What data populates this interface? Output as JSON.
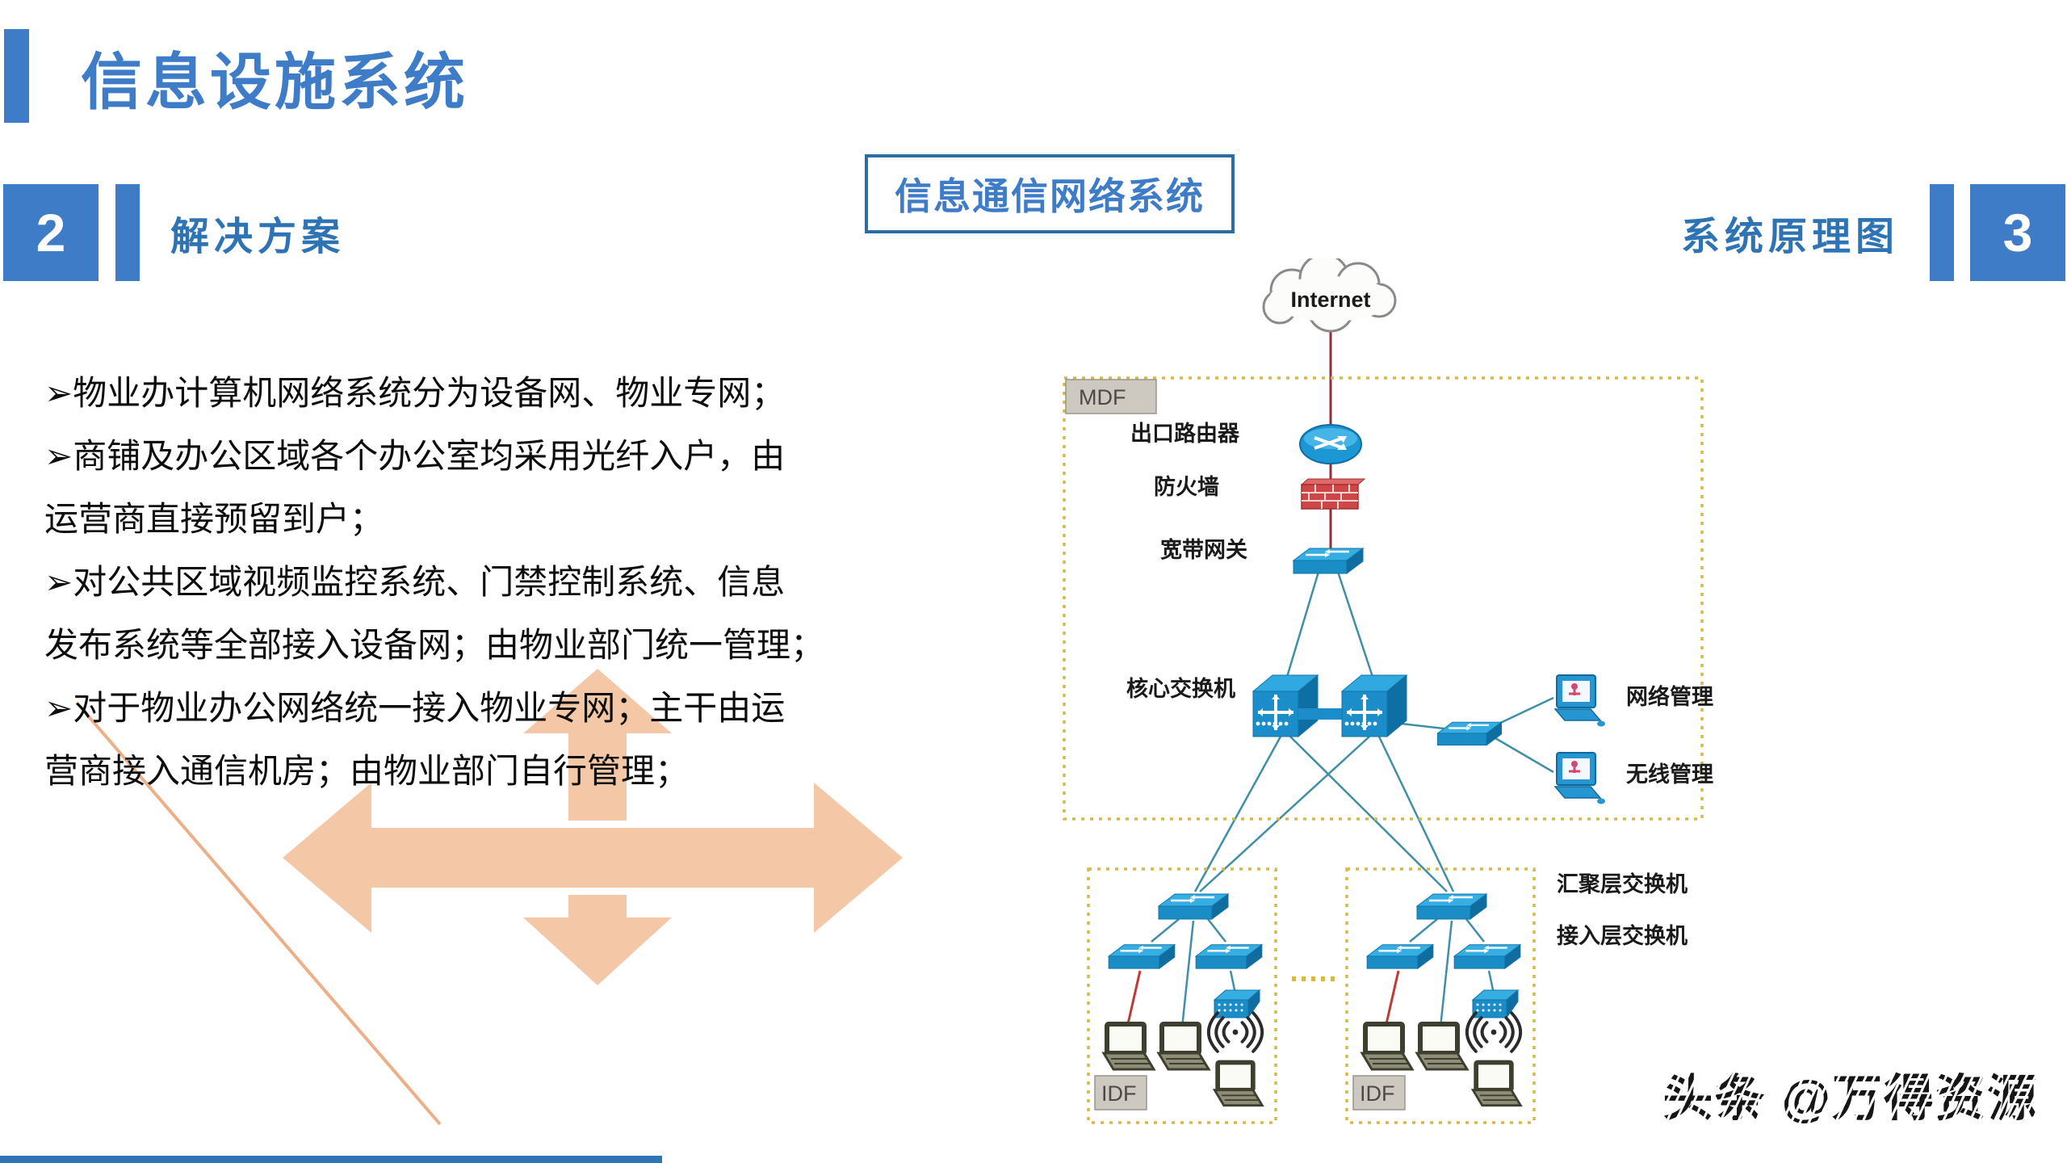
{
  "page": {
    "title": "信息设施系统"
  },
  "tabs": {
    "left": {
      "number": "2",
      "label": "解决方案"
    },
    "right": {
      "number": "3",
      "label": "系统原理图"
    }
  },
  "diagram_header": {
    "label": "信息通信网络系统"
  },
  "bullets": {
    "lines": [
      "➢物业办计算机网络系统分为设备网、物业专网；",
      "➢商铺及办公区域各个办公室均采用光纤入户，由",
      "运营商直接预留到户；",
      "➢对公共区域视频监控系统、门禁控制系统、信息",
      "发布系统等全部接入设备网；由物业部门统一管理；",
      "➢对于物业办公网络统一接入物业专网；主干由运",
      "营商接入通信机房；由物业部门自行管理；"
    ]
  },
  "diagram": {
    "internet_label": "Internet",
    "mdf_label": "MDF",
    "exit_router": "出口路由器",
    "firewall": "防火墙",
    "broadband_gateway": "宽带网关",
    "core_switch": "核心交换机",
    "network_mgmt": "网络管理",
    "wireless_mgmt": "无线管理",
    "aggregation_switch": "汇聚层交换机",
    "access_switch": "接入层交换机",
    "idf_left": "IDF",
    "idf_right": "IDF"
  },
  "watermark": {
    "text": "头条 @万得资源"
  },
  "colors": {
    "accent_blue": "#3E7CC7",
    "deep_blue": "#2E74B5",
    "arrow_peach": "#F4C8A6",
    "dashed_gold": "#D9B945",
    "device_blue": "#1E9AD6",
    "firewall_red": "#CF4646"
  }
}
